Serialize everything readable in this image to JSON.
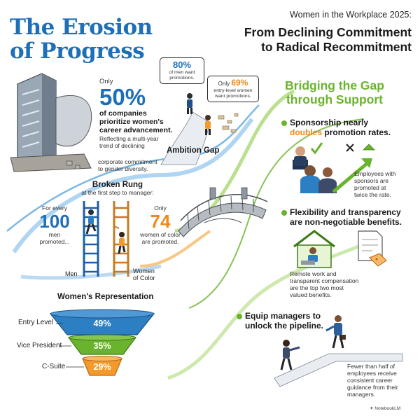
{
  "title": {
    "line1": "The Erosion",
    "line2": "of Progress"
  },
  "kicker": "Women in the Workplace 2025:",
  "subtitle": {
    "line1": "From Declining Commitment",
    "line2": "to Radical Recommitment"
  },
  "left_stat": {
    "prefix": "Only",
    "value": "50%",
    "desc_line1": "of companies",
    "desc_line2": "prioritize women's",
    "desc_line3": "career advancement.",
    "note_line1": "Reflecting a multi-year",
    "note_line2": "trend of declining",
    "note_line3": "corporate commitment",
    "note_line4": "to gender diversity."
  },
  "ambition": {
    "men_value": "80%",
    "men_text_line1": "of men want",
    "men_text_line2": "promotions.",
    "women_prefix": "Only",
    "women_value": "69%",
    "women_text_line1": "entry-level women",
    "women_text_line2": "want promotions.",
    "label": "Ambition Gap"
  },
  "broken_rung": {
    "title": "Broken Rung",
    "subtitle": "at the first step to manager:",
    "for_every": "For every",
    "men_value": "100",
    "men_text_line1": "men",
    "men_text_line2": "promoted...",
    "women_prefix": "Only",
    "women_value": "74",
    "women_text_line1": "women of color",
    "women_text_line2": "are promoted.",
    "men_label": "Men",
    "women_label_line1": "Women",
    "women_label_line2": "of Color"
  },
  "representation": {
    "title": "Women's Representation",
    "levels": [
      {
        "label": "Entry Level",
        "value": "49%",
        "color": "#2d7fc4"
      },
      {
        "label": "Vice President",
        "value": "35%",
        "color": "#6ab32d"
      },
      {
        "label": "C-Suite",
        "value": "29%",
        "color": "#f39a2a"
      }
    ]
  },
  "bridge": {
    "line1": "Bridging the Gap",
    "line2": "through Support"
  },
  "sponsorship": {
    "heading_part1": "Sponsorship nearly",
    "heading_highlight": "doubles",
    "heading_part2": "promotion rates.",
    "note_line1": "Employees with",
    "note_line2": "sponsors are",
    "note_line3": "promoted at",
    "note_line4": "twice the rate."
  },
  "flexibility": {
    "heading_line1": "Flexibility and transparency",
    "heading_line2": "are non-negotiable benefits.",
    "note_line1": "Remote work and",
    "note_line2": "transparent compensation",
    "note_line3": "are the top two most",
    "note_line4": "valued benefits."
  },
  "managers": {
    "heading_line1": "Equip managers to",
    "heading_line2": "unlock the pipeline.",
    "note_line1": "Fewer than half of",
    "note_line2": "employees receive",
    "note_line3": "consistent career",
    "note_line4": "guidance from their",
    "note_line5": "managers."
  },
  "watermark": "NotebookLM",
  "colors": {
    "blue": "#1d6fb8",
    "green": "#6ab32d",
    "orange": "#f39a2a"
  }
}
